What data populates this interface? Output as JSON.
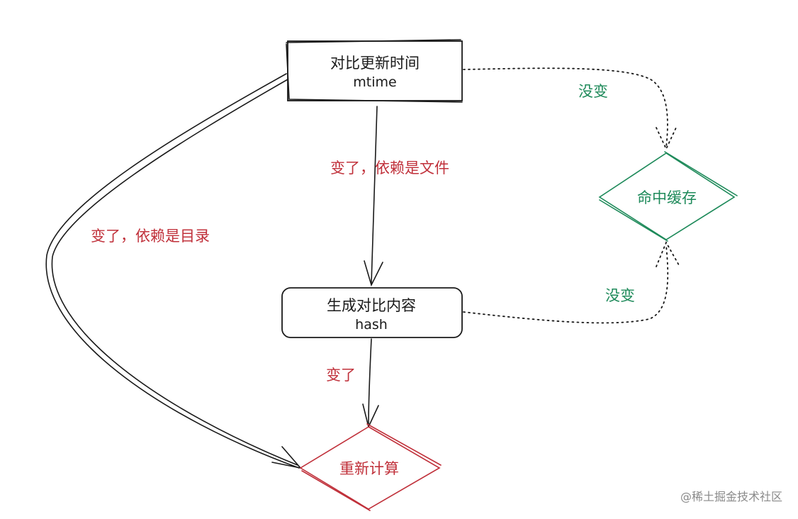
{
  "nodes": {
    "compare_mtime": {
      "title": "对比更新时间",
      "subtitle": "mtime"
    },
    "generate_hash": {
      "title": "生成对比内容",
      "subtitle": "hash"
    },
    "cache_hit": {
      "label": "命中缓存"
    },
    "recompute": {
      "label": "重新计算"
    }
  },
  "edges": {
    "mtime_to_cache": {
      "label": "没变"
    },
    "mtime_to_hash": {
      "label": "变了，依赖是文件"
    },
    "mtime_to_recompute": {
      "label": "变了，依赖是目录"
    },
    "hash_to_cache": {
      "label": "没变"
    },
    "hash_to_recompute": {
      "label": "变了"
    }
  },
  "watermark": "@稀土掘金技术社区",
  "colors": {
    "changed": "#c0303a",
    "unchanged": "#1e8a5a",
    "stroke": "#1a1a1a"
  }
}
